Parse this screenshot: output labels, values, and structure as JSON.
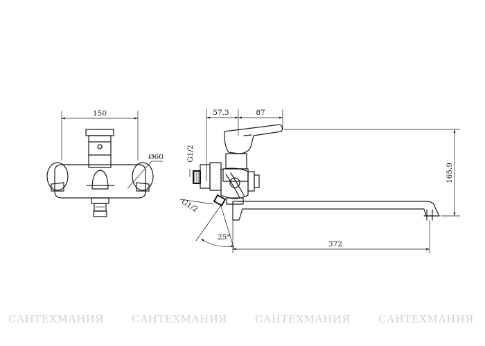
{
  "dimensions": {
    "front_width": "150",
    "diameter": "Ø60",
    "spout_offset_a": "57.3",
    "spout_offset_b": "87",
    "height": "165.9",
    "spout_length": "372",
    "thread_top": "G1/2",
    "thread_bottom": "G1/2",
    "angle": "25°"
  },
  "watermarks": [
    "САНТЕХМАНИЯ",
    "САНТЕХМАНИЯ",
    "САНТЕХМАНИЯ",
    "САНТЕХМАНИЯ"
  ]
}
